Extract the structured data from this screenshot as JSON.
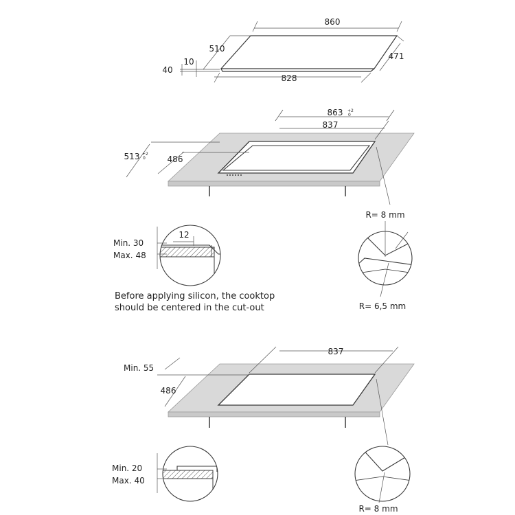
{
  "colors": {
    "line": "#3a3a3a",
    "counter": "#d9d9d9",
    "counter_edge": "#9a9a9a",
    "hatch": "#555555",
    "text": "#222222"
  },
  "top_view": {
    "width": "860",
    "depth": "510",
    "thickness": "40",
    "edge": "10",
    "glass_depth": "471",
    "bottom_width": "828"
  },
  "cutout_flush": {
    "outer_width": "863",
    "outer_width_tol_plus": "+2",
    "outer_width_tol_zero": "0",
    "inner_width": "837",
    "outer_depth": "513",
    "outer_depth_tol_plus": "+2",
    "outer_depth_tol_zero": "0",
    "inner_depth": "486",
    "radius_outer": "R= 8 mm",
    "radius_inner": "R= 6,5 mm",
    "detail_step": "12",
    "detail_min": "Min. 30",
    "detail_max": "Max. 48",
    "note_line1": "Before applying silicon, the cooktop",
    "note_line2": "should be centered in the cut-out"
  },
  "cutout_top": {
    "width": "837",
    "min_margin": "Min. 55",
    "depth": "486",
    "detail_min": "Min. 20",
    "detail_max": "Max. 40",
    "radius": "R= 8 mm"
  }
}
